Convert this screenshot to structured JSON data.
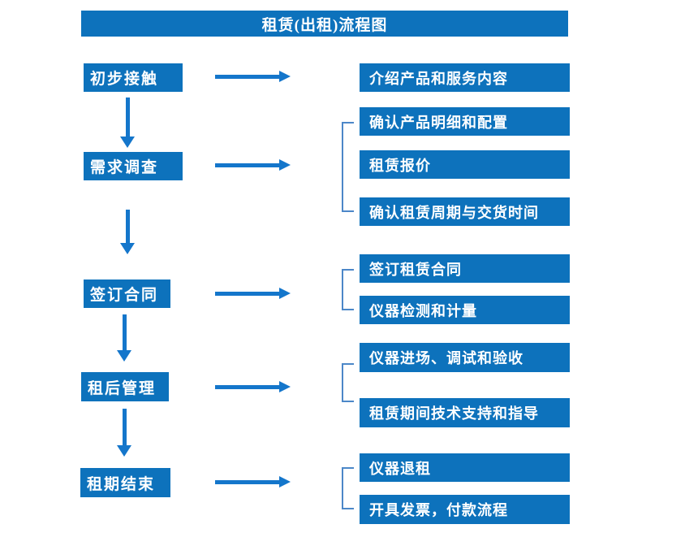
{
  "title": "租赁(出租)流程图",
  "colors": {
    "box_fill": "#0D72BC",
    "arrow": "#1476CB",
    "bracket": "#4C87C8",
    "text": "#FFFFFF",
    "background": "#FFFFFF"
  },
  "flow": {
    "steps": [
      {
        "label": "初步接触",
        "details": [
          "介绍产品和服务内容"
        ]
      },
      {
        "label": "需求调查",
        "details": [
          "确认产品明细和配置",
          "租赁报价",
          "确认租赁周期与交货时间"
        ]
      },
      {
        "label": "签订合同",
        "details": [
          "签订租赁合同",
          "仪器检测和计量"
        ]
      },
      {
        "label": "租后管理",
        "details": [
          "仪器进场、调试和验收",
          "租赁期间技术支持和指导"
        ]
      },
      {
        "label": "租期结束",
        "details": [
          "仪器退租",
          "开具发票，付款流程"
        ]
      }
    ]
  }
}
